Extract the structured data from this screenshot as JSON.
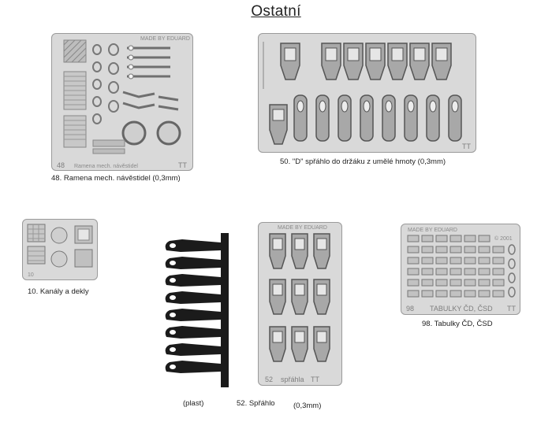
{
  "page": {
    "title": "Ostatní"
  },
  "items": {
    "item48": {
      "caption": "48. Ramena mech. návěstidel (0,3mm)",
      "etch_brand": "MADE BY EDUARD",
      "etch_number": "48",
      "etch_text": "Ramena mech. návěstidel",
      "etch_scale": "TT"
    },
    "item50": {
      "caption": "50. \"D\" spřáhlo do držáku z umělé hmoty (0,3mm)",
      "etch_scale": "TT"
    },
    "item10": {
      "caption": "10. Kanály a dekly",
      "etch_number": "10"
    },
    "plastic": {
      "caption": "(plast)"
    },
    "item52": {
      "caption": "52. Spřáhlo",
      "thickness": "(0,3mm)",
      "etch_brand": "MADE BY EDUARD",
      "etch_number": "52",
      "etch_text": "spřáhla",
      "etch_scale": "TT"
    },
    "item98": {
      "caption": "98. Tabulky ČD, ČSD",
      "etch_brand": "MADE BY EDUARD",
      "etch_year": "© 2001",
      "etch_number": "98",
      "etch_text": "TABULKY ČD, ČSD",
      "etch_scale": "TT"
    }
  }
}
